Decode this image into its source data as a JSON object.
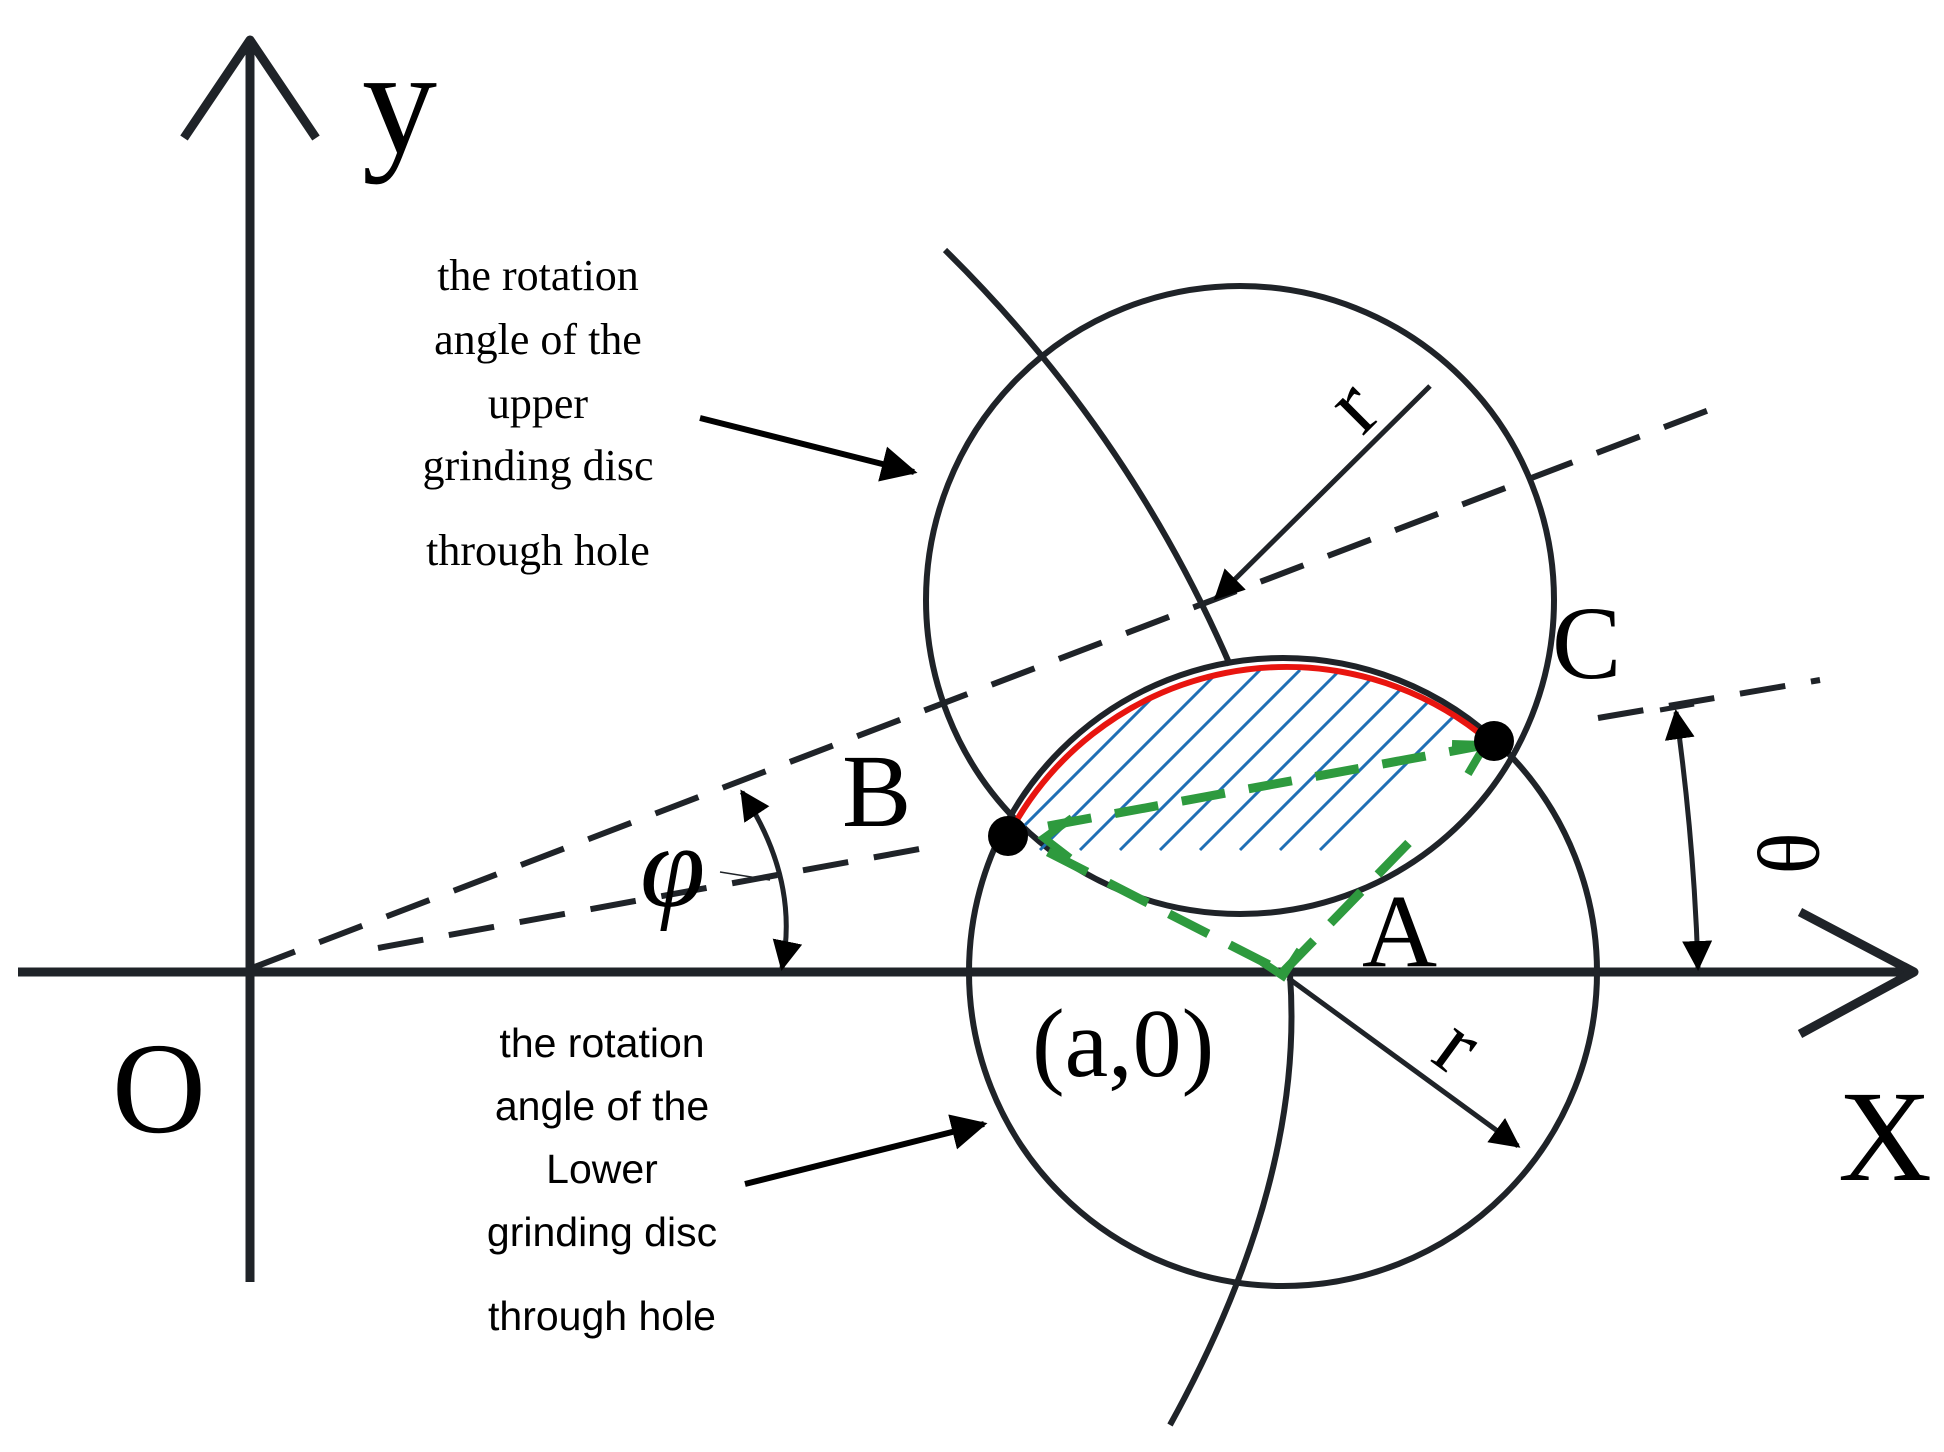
{
  "axes": {
    "y_label": "y",
    "x_label": "X",
    "origin_label": "O"
  },
  "points": {
    "a_label": "A",
    "b_label": "B",
    "c_label": "C",
    "center_label": "(a,0)"
  },
  "radius": {
    "upper_label": "r",
    "lower_label": "r"
  },
  "angles": {
    "phi_label": "φ",
    "theta_label": "θ"
  },
  "annotations": {
    "upper": [
      "the rotation",
      "angle of the",
      "upper",
      "grinding disc",
      "through hole"
    ],
    "lower": [
      "the rotation",
      "angle of the",
      "Lower",
      "grinding disc",
      "through hole"
    ]
  },
  "colors": {
    "ink": "#1f2328",
    "arc_highlight": "#e8150f",
    "hatch": "#1f6fb5",
    "chord_dashed": "#2e9a3e"
  }
}
